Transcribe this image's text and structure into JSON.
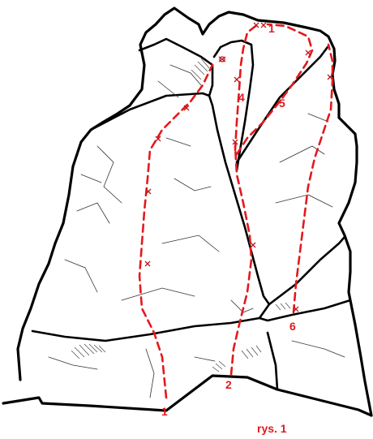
{
  "figure": {
    "caption": "rys. 1"
  },
  "colors": {
    "route": "#e3191c",
    "outline": "#000000",
    "background": "#ffffff"
  },
  "routes": [
    {
      "id": "route-1",
      "label": "1"
    },
    {
      "id": "route-2",
      "label": "2"
    },
    {
      "id": "route-3",
      "label": ""
    },
    {
      "id": "route-4",
      "label": "4"
    },
    {
      "id": "route-5",
      "label": "5"
    },
    {
      "id": "route-6",
      "label": "6"
    },
    {
      "id": "route-top",
      "label": "1"
    }
  ]
}
